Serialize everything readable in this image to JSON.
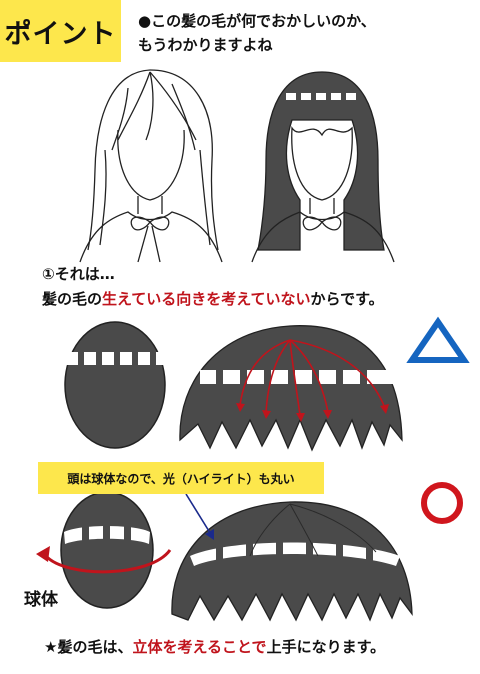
{
  "header": {
    "badge": "ポイント"
  },
  "intro": {
    "line1": "●この髪の毛が何でおかしいのか、",
    "line2": "もうわかりますよね"
  },
  "section1": {
    "heading": "①それは…",
    "line_before": "髪の毛の",
    "line_highlight": "生えている向きを考えていない",
    "line_after": "からです。"
  },
  "markers": {
    "triangle_color": "#1565c0",
    "circle_color": "#d0161d"
  },
  "callout": {
    "text": "頭は球体なので、光（ハイライト）も丸い"
  },
  "sphere_label": "球体",
  "conclusion": {
    "before": "★髪の毛は、",
    "highlight": "立体を考えることで",
    "after": "上手になります。"
  },
  "colors": {
    "accent_yellow": "#fde74c",
    "highlight_red": "#c0141c",
    "hair": "#4a4a4a"
  }
}
